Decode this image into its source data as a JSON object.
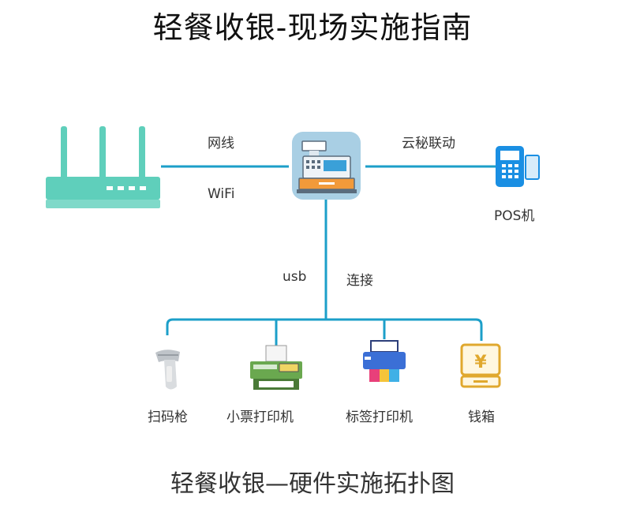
{
  "page": {
    "title": "轻餐收银-现场实施指南",
    "caption": "轻餐收银—硬件实施拓扑图"
  },
  "diagram": {
    "link_labels": {
      "network_cable": "网线",
      "wifi": "WiFi",
      "cloud_link": "云秘联动",
      "usb": "usb",
      "connect": "连接"
    },
    "devices": {
      "router": "",
      "cashier_register": "",
      "pos_terminal": "POS机",
      "barcode_scanner": "扫码枪",
      "receipt_printer": "小票打印机",
      "label_printer": "标签打印机",
      "cash_drawer": "钱箱"
    },
    "colors": {
      "connector": "#1c9fc9",
      "router": "#5fcfbb",
      "register_bg": "#a9cfe4",
      "register_accent": "#f29a3a",
      "pos": "#1a8fe3",
      "receipt_printer": "#6aa84f",
      "label_printer_body": "#3b6fd6",
      "cash_drawer": "#e0a82e",
      "currency_symbol": "¥"
    }
  }
}
